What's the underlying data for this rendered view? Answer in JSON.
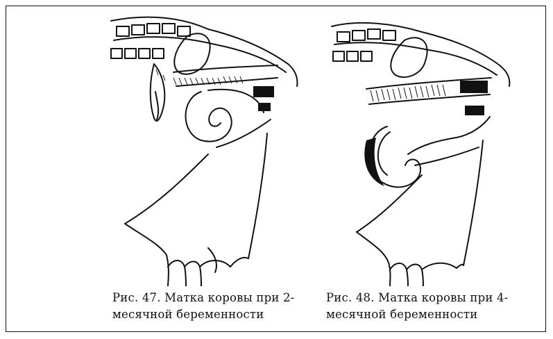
{
  "figures": [
    {
      "caption_line1": "Рис. 47. Матка коровы при 2-",
      "caption_line2": "месячной беременности"
    },
    {
      "caption_line1": "Рис. 48. Матка коровы при 4-",
      "caption_line2": "месячной беременности"
    }
  ]
}
